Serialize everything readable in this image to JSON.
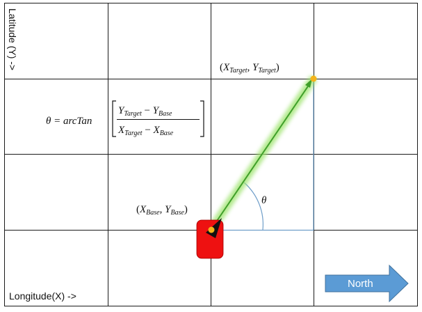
{
  "labels": {
    "y_axis": "Latitude (Y) ->",
    "x_axis": "Longitude(X) ->",
    "north": "North"
  },
  "points": {
    "target_label_x": "X",
    "target_label_x_sub": "Target",
    "target_label_y": "Y",
    "target_label_y_sub": "Target",
    "base_label_x": "X",
    "base_label_x_sub": "Base",
    "base_label_y": "Y",
    "base_label_y_sub": "Base"
  },
  "formula": {
    "lhs": "θ = arcTan",
    "num_a": "Y",
    "num_a_sub": "Target",
    "num_minus": "−",
    "num_b": "Y",
    "num_b_sub": "Base",
    "den_a": "X",
    "den_a_sub": "Target",
    "den_minus": "−",
    "den_b": "X",
    "den_b_sub": "Base"
  },
  "angle_symbol": "θ",
  "colors": {
    "grid": "#1a1a1a",
    "right_angle_lines": "#6f9ec9",
    "vector_glow": "#9be36a",
    "vector_core": "#3f9f2a",
    "point": "#f4b41a",
    "vehicle": "#ee1111",
    "north_arrow": "#5b9bd5"
  }
}
